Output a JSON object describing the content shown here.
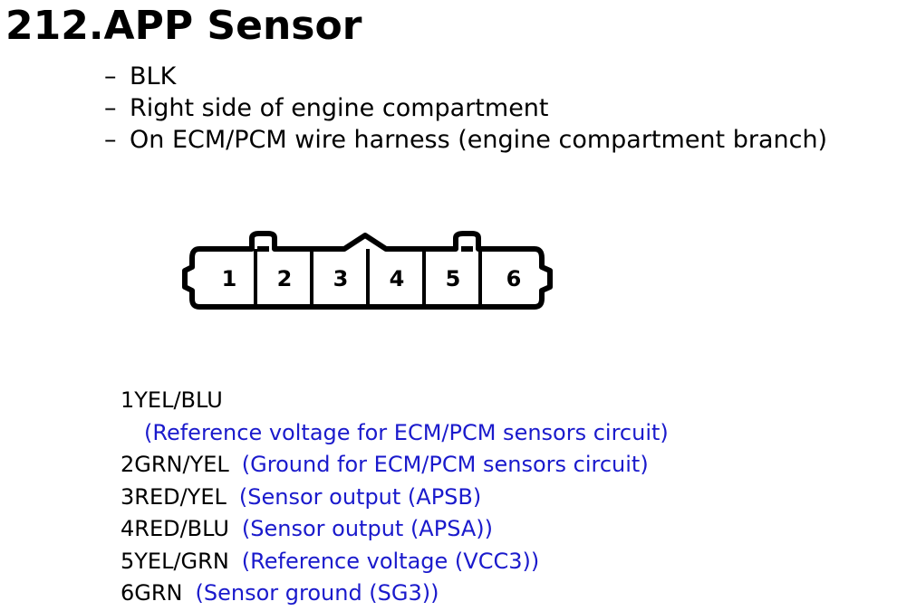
{
  "title": "212.APP Sensor",
  "details": [
    "BLK",
    "Right side of engine compartment",
    "On ECM/PCM wire harness (engine compartment branch)"
  ],
  "details_bullet": "–",
  "connector": {
    "pin_labels": [
      "1",
      "2",
      "3",
      "4",
      "5",
      "6"
    ]
  },
  "pins": [
    {
      "label": "1YEL/BLU",
      "desc": "(Reference voltage for ECM/PCM sensors circuit)"
    },
    {
      "label": "2GRN/YEL",
      "desc": "(Ground for ECM/PCM sensors circuit)"
    },
    {
      "label": "3RED/YEL",
      "desc": "(Sensor output (APSB)"
    },
    {
      "label": "4RED/BLU",
      "desc": "(Sensor output (APSA))"
    },
    {
      "label": "5YEL/GRN",
      "desc": "(Reference voltage (VCC3))"
    },
    {
      "label": "6GRN",
      "desc": "(Sensor ground (SG3))"
    }
  ],
  "colors": {
    "description_text": "#1a1acc",
    "text": "#000000"
  }
}
